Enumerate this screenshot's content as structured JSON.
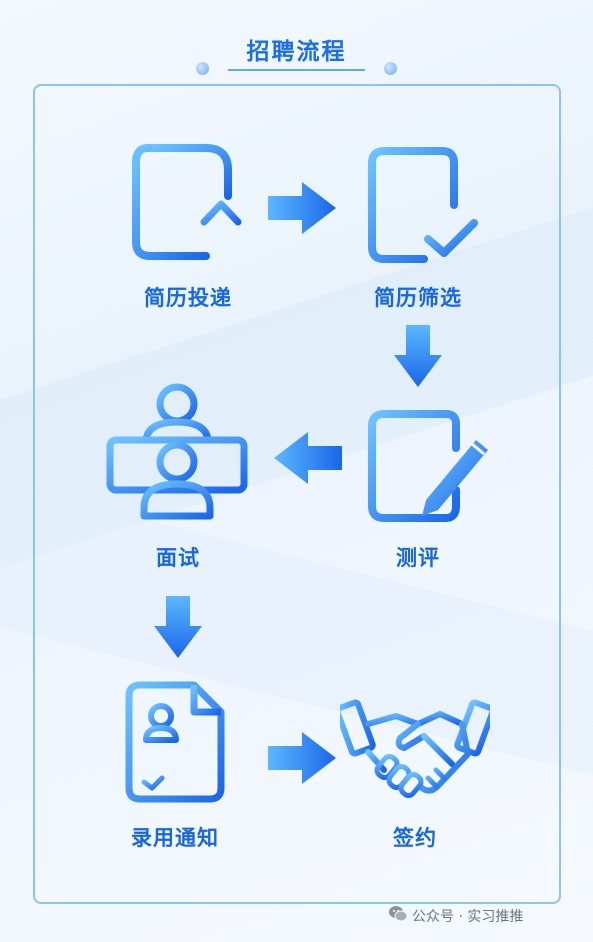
{
  "title": "招聘流程",
  "colors": {
    "accent": "#1a6fe6",
    "icon_gradient_start": "#6ec4ff",
    "icon_gradient_end": "#1a66e8"
  },
  "steps": [
    {
      "label": "简历投递",
      "icon": "resume-upload-icon"
    },
    {
      "label": "简历筛选",
      "icon": "document-check-icon"
    },
    {
      "label": "测评",
      "icon": "document-edit-icon"
    },
    {
      "label": "面试",
      "icon": "video-interview-icon"
    },
    {
      "label": "录用通知",
      "icon": "offer-document-icon"
    },
    {
      "label": "签约",
      "icon": "handshake-icon"
    }
  ],
  "footer": {
    "text": "公众号 · 实习推推",
    "icon": "wechat-icon"
  }
}
